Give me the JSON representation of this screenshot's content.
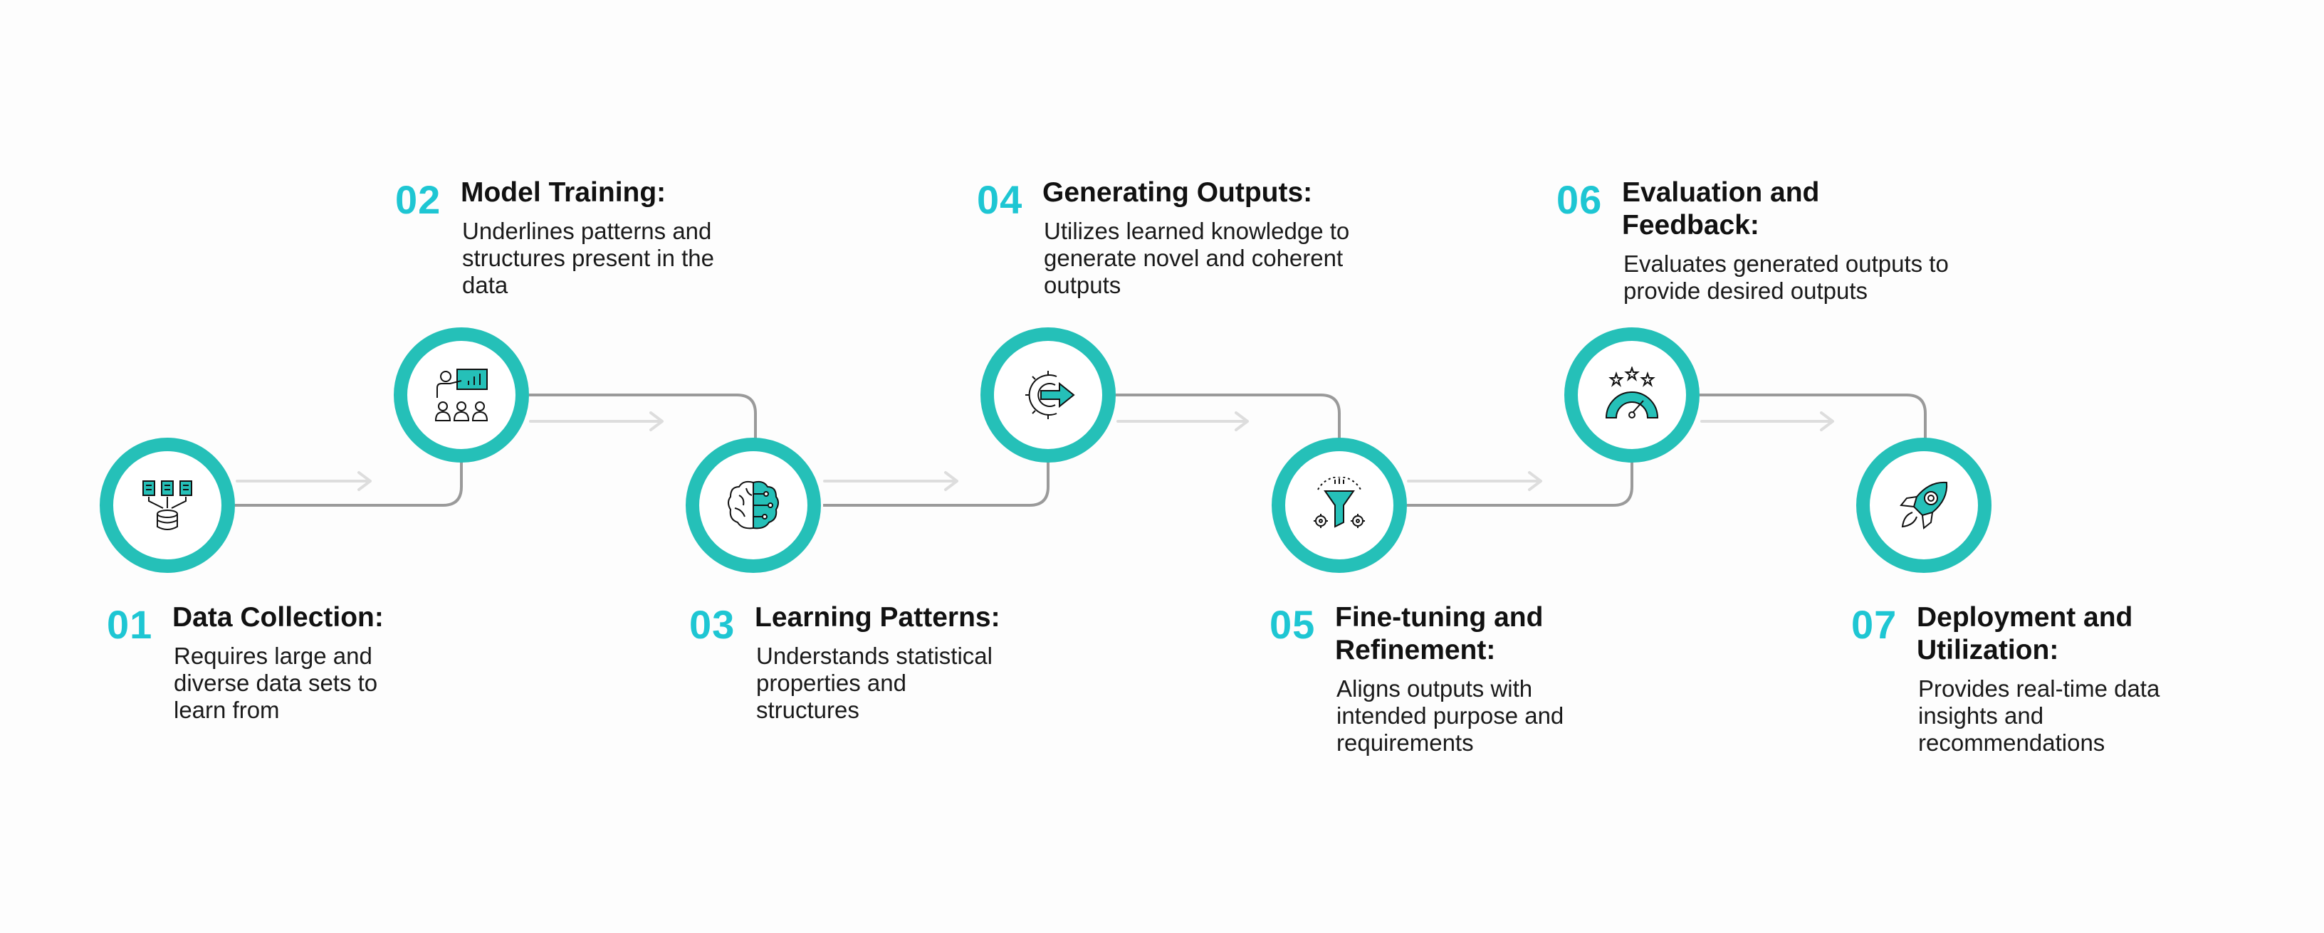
{
  "colors": {
    "accent": "#25c0b8",
    "number": "#1ec6d3",
    "line": "#9a9a9a",
    "arrow": "#dddddd"
  },
  "steps": [
    {
      "num": "01",
      "title": "Data Collection:",
      "desc": "Requires large and diverse data sets to learn from",
      "icon": "database-collection-icon"
    },
    {
      "num": "02",
      "title": "Model Training:",
      "desc": "Underlines patterns and structures present in the data",
      "icon": "presentation-training-icon"
    },
    {
      "num": "03",
      "title": "Learning Patterns:",
      "desc": "Understands statistical properties and structures",
      "icon": "brain-circuit-icon"
    },
    {
      "num": "04",
      "title": "Generating Outputs:",
      "desc": "Utilizes learned knowledge to generate novel and coherent outputs",
      "icon": "gear-arrow-icon"
    },
    {
      "num": "05",
      "title": "Fine-tuning and Refinement:",
      "desc": "Aligns outputs with intended purpose and requirements",
      "icon": "funnel-gears-icon"
    },
    {
      "num": "06",
      "title": "Evaluation and Feedback:",
      "desc": "Evaluates generated outputs to provide desired outputs",
      "icon": "rating-gauge-icon"
    },
    {
      "num": "07",
      "title": "Deployment and Utilization:",
      "desc": "Provides real-time data insights and recommendations",
      "icon": "rocket-icon"
    }
  ]
}
